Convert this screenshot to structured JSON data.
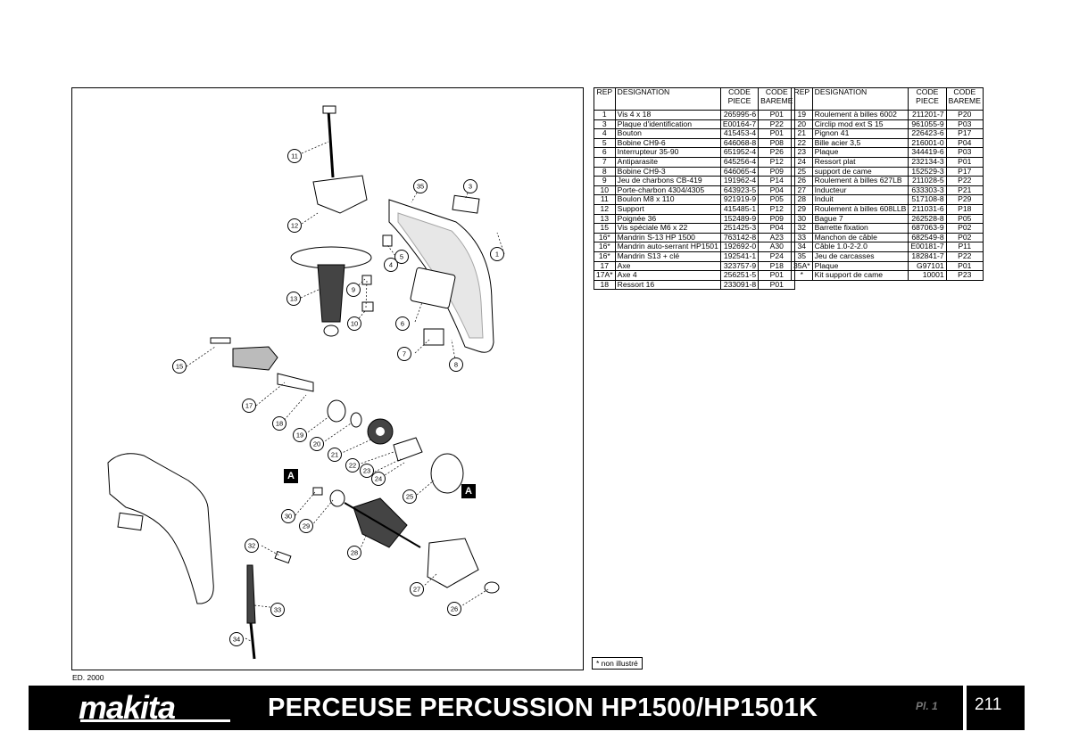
{
  "header": {
    "brand": "makita",
    "title": "PERCEUSE PERCUSSION HP1500/HP1501K",
    "plate_label": "Pl. 1",
    "page_number": "211"
  },
  "edition": "ED. 2000",
  "footnote": "* non illustré",
  "columns": {
    "rep": "REP",
    "designation": "DESIGNATION",
    "code_piece": "CODE PIECE",
    "code_bareme": "CODE BAREME"
  },
  "diagram": {
    "callouts": [
      "1",
      "3",
      "4",
      "5",
      "6",
      "7",
      "8",
      "9",
      "10",
      "11",
      "12",
      "13",
      "15",
      "17",
      "18",
      "19",
      "20",
      "21",
      "22",
      "23",
      "24",
      "25",
      "26",
      "27",
      "28",
      "29",
      "30",
      "32",
      "33",
      "34",
      "35"
    ],
    "section_marker": "A"
  },
  "parts_left": [
    {
      "rep": "1",
      "designation": "Vis 4 x 18",
      "code_piece": "265995-6",
      "code_bareme": "P01"
    },
    {
      "rep": "3",
      "designation": "Plaque d'identification",
      "code_piece": "E00164-7",
      "code_bareme": "P22"
    },
    {
      "rep": "4",
      "designation": "Bouton",
      "code_piece": "415453-4",
      "code_bareme": "P01"
    },
    {
      "rep": "5",
      "designation": "Bobine CH9-6",
      "code_piece": "646068-8",
      "code_bareme": "P08"
    },
    {
      "rep": "6",
      "designation": "Interrupteur 35-90",
      "code_piece": "651952-4",
      "code_bareme": "P26"
    },
    {
      "rep": "7",
      "designation": "Antiparasite",
      "code_piece": "645256-4",
      "code_bareme": "P12"
    },
    {
      "rep": "8",
      "designation": "Bobine CH9-3",
      "code_piece": "646065-4",
      "code_bareme": "P09"
    },
    {
      "rep": "9",
      "designation": "Jeu de charbons CB-419",
      "code_piece": "191962-4",
      "code_bareme": "P14"
    },
    {
      "rep": "10",
      "designation": "Porte-charbon 4304/4305",
      "code_piece": "643923-5",
      "code_bareme": "P04"
    },
    {
      "rep": "11",
      "designation": "Boulon M8 x 110",
      "code_piece": "921919-9",
      "code_bareme": "P05"
    },
    {
      "rep": "12",
      "designation": "Support",
      "code_piece": "415485-1",
      "code_bareme": "P12"
    },
    {
      "rep": "13",
      "designation": "Poignée 36",
      "code_piece": "152489-9",
      "code_bareme": "P09"
    },
    {
      "rep": "15",
      "designation": "Vis spéciale M6 x 22",
      "code_piece": "251425-3",
      "code_bareme": "P04"
    },
    {
      "rep": "16*",
      "designation": "Mandrin S-13 HP 1500",
      "code_piece": "763142-8",
      "code_bareme": "A23"
    },
    {
      "rep": "16*",
      "designation": "Mandrin auto-serrant HP1501",
      "code_piece": "192692-0",
      "code_bareme": "A30"
    },
    {
      "rep": "16*",
      "designation": "Mandrin S13 + clé",
      "code_piece": "192541-1",
      "code_bareme": "P24"
    },
    {
      "rep": "17",
      "designation": "Axe",
      "code_piece": "323757-9",
      "code_bareme": "P18"
    },
    {
      "rep": "17A*",
      "designation": "Axe 4",
      "code_piece": "256251-5",
      "code_bareme": "P01"
    },
    {
      "rep": "18",
      "designation": "Ressort 16",
      "code_piece": "233091-8",
      "code_bareme": "P01"
    }
  ],
  "parts_right": [
    {
      "rep": "19",
      "designation": "Roulement à billes 6002",
      "code_piece": "211201-7",
      "code_bareme": "P20"
    },
    {
      "rep": "20",
      "designation": "Circlip mod ext S 15",
      "code_piece": "961055-9",
      "code_bareme": "P03"
    },
    {
      "rep": "21",
      "designation": "Pignon 41",
      "code_piece": "226423-6",
      "code_bareme": "P17"
    },
    {
      "rep": "22",
      "designation": "Bille acier 3,5",
      "code_piece": "216001-0",
      "code_bareme": "P04"
    },
    {
      "rep": "23",
      "designation": "Plaque",
      "code_piece": "344419-6",
      "code_bareme": "P03"
    },
    {
      "rep": "24",
      "designation": "Ressort plat",
      "code_piece": "232134-3",
      "code_bareme": "P01"
    },
    {
      "rep": "25",
      "designation": "support de came",
      "code_piece": "152529-3",
      "code_bareme": "P17"
    },
    {
      "rep": "26",
      "designation": "Roulement à billes 627LB",
      "code_piece": "211028-5",
      "code_bareme": "P22"
    },
    {
      "rep": "27",
      "designation": "Inducteur",
      "code_piece": "633303-3",
      "code_bareme": "P21"
    },
    {
      "rep": "28",
      "designation": "Induit",
      "code_piece": "517108-8",
      "code_bareme": "P29"
    },
    {
      "rep": "29",
      "designation": "Roulement à billes 608LLB",
      "code_piece": "211031-6",
      "code_bareme": "P18"
    },
    {
      "rep": "30",
      "designation": "Bague 7",
      "code_piece": "262528-8",
      "code_bareme": "P05"
    },
    {
      "rep": "32",
      "designation": "Barrette fixation",
      "code_piece": "687063-9",
      "code_bareme": "P02"
    },
    {
      "rep": "33",
      "designation": "Manchon de câble",
      "code_piece": "682549-8",
      "code_bareme": "P02"
    },
    {
      "rep": "34",
      "designation": "Câble 1.0-2-2.0",
      "code_piece": "E00181-7",
      "code_bareme": "P11"
    },
    {
      "rep": "35",
      "designation": "Jeu de carcasses",
      "code_piece": "182841-7",
      "code_bareme": "P22"
    },
    {
      "rep": "35A*",
      "designation": "Plaque",
      "code_piece": "G97101",
      "code_bareme": "P01"
    },
    {
      "rep": "*",
      "designation": "Kit support de came",
      "code_piece": "10001",
      "code_bareme": "P23"
    }
  ]
}
